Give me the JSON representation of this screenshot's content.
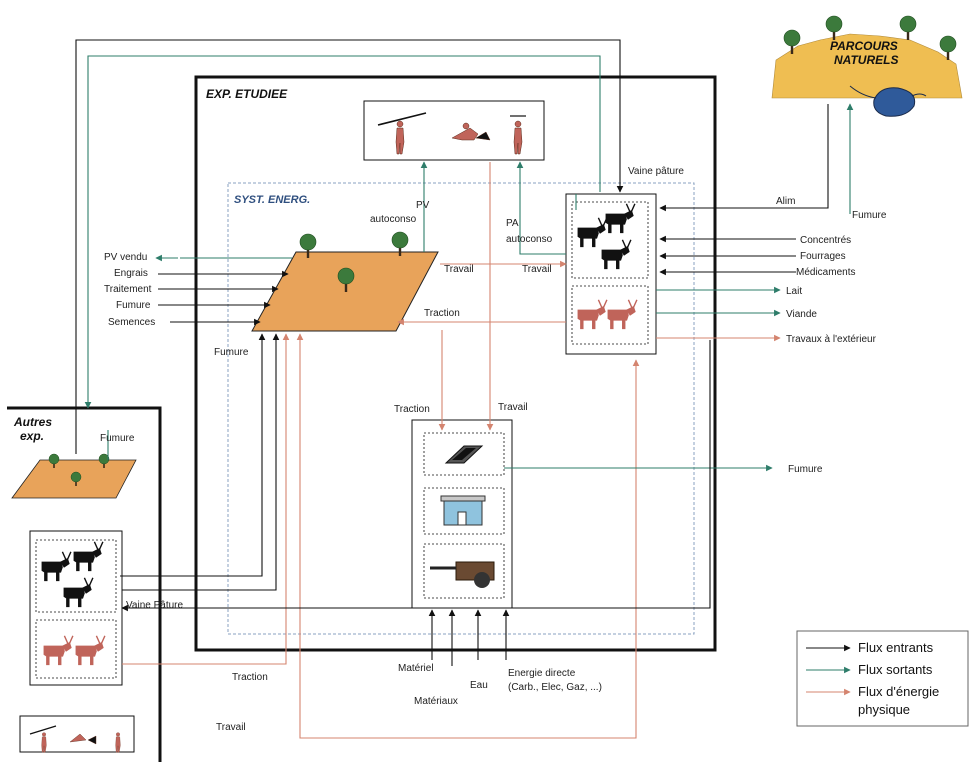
{
  "colors": {
    "flux_entrants": "#111111",
    "flux_sortants": "#2e7d6a",
    "flux_energie": "#d4846f",
    "field": "#e8a35a",
    "pasture": "#efbe52",
    "tree": "#3c7a3c",
    "cattle_black": "#111111",
    "cattle_red": "#c0645a"
  },
  "titles": {
    "exp_etudiee": "EXP. ETUDIEE",
    "syst_energ": "SYST. ENERG.",
    "parcours_1": "PARCOURS",
    "parcours_2": "NATURELS",
    "autres_1": "Autres",
    "autres_2": "exp."
  },
  "labels": {
    "pv": "PV",
    "autoconso_pv": "autoconso",
    "pa": "PA",
    "autoconso_pa": "autoconso",
    "vaine_pature_top": "Vaine pâture",
    "alim": "Alim",
    "fumure_right": "Fumure",
    "concentres": "Concentrés",
    "fourrages": "Fourrages",
    "medicaments": "Médicaments",
    "lait": "Lait",
    "viande": "Viande",
    "travaux_ext": "Travaux à l'extérieur",
    "pv_vendu": "PV vendu",
    "engrais": "Engrais",
    "traitement": "Traitement",
    "fumure_left": "Fumure",
    "semences": "Semences",
    "fumure_under": "Fumure",
    "travail_field": "Travail",
    "travail_herd": "Travail",
    "traction_mid": "Traction",
    "traction_eq": "Traction",
    "travail_eq": "Travail",
    "fumure_eq": "Fumure",
    "fumure_autres": "Fumure",
    "vaine_pature_bottom": "Vaine Pâture",
    "traction_bottom": "Traction",
    "travail_bottom": "Travail",
    "materiel": "Matériel",
    "materiaux": "Matériaux",
    "eau": "Eau",
    "energie_1": "Energie directe",
    "energie_2": "(Carb., Elec, Gaz, ...)"
  },
  "legend": {
    "entrants": "Flux entrants",
    "sortants": "Flux sortants",
    "energie_1": "Flux d'énergie",
    "energie_2": "physique"
  }
}
